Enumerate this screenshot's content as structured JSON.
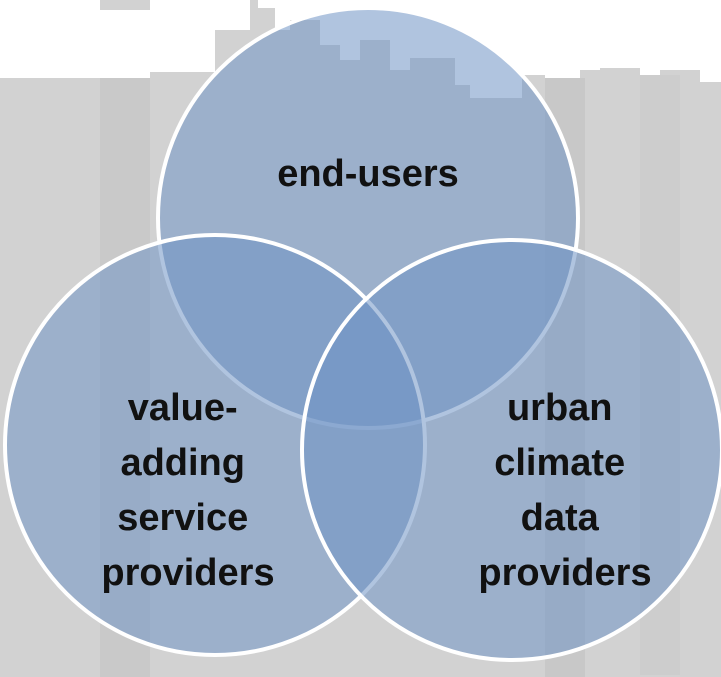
{
  "circles": {
    "top": {
      "lines": [
        "end-users"
      ]
    },
    "left": {
      "lines": [
        "value-",
        "adding",
        "service",
        "providers"
      ]
    },
    "right": {
      "lines": [
        "urban",
        "climate",
        "data",
        "providers"
      ]
    }
  },
  "colors": {
    "background_sky": "#ffffff",
    "skyline": "#d2d2d2",
    "skyline_dark": "#c4c4c4",
    "circle_fill": "#6f93c4",
    "circle_stroke": "#ffffff",
    "label_text": "#111111"
  }
}
